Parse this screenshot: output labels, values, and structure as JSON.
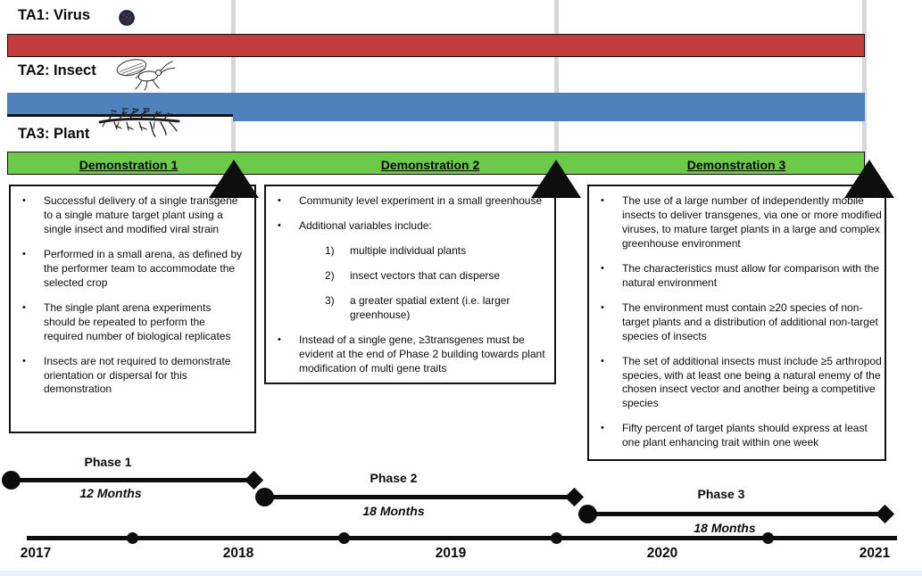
{
  "tracks": [
    {
      "label": "TA1: Virus",
      "icon": "virus-icon",
      "bar_color": "#c23b3d"
    },
    {
      "label": "TA2: Insect",
      "icon": "insect-icon",
      "bar_color": "#4f81bd"
    },
    {
      "label": "TA3: Plant",
      "icon": "plant-icon",
      "bar_color": "#4f81bd"
    }
  ],
  "demos": [
    {
      "title": "Demonstration 1",
      "bullets": [
        "Successful delivery of a single transgene to a single mature target plant using a single insect and modified viral strain",
        "Performed in a small arena, as defined by the performer team to accommodate the selected crop",
        "The single plant arena experiments should be repeated to perform the required number of biological replicates",
        "Insects are not required to demonstrate orientation or dispersal for this demonstration"
      ]
    },
    {
      "title": "Demonstration 2",
      "bullets": [
        "Community level experiment in a small greenhouse",
        "Additional variables include:",
        "Instead of a single gene, ≥3transgenes must be evident at the end of Phase 2 building towards plant modification of multi gene traits"
      ],
      "numbered": [
        {
          "num": "1)",
          "text": "multiple individual plants"
        },
        {
          "num": "2)",
          "text": "insect vectors that can disperse"
        },
        {
          "num": "3)",
          "text": "a greater spatial extent (i.e. larger greenhouse)"
        }
      ]
    },
    {
      "title": "Demonstration 3",
      "bullets": [
        "The use of a large number of independently mobile insects to deliver transgenes, via one or more modified viruses, to mature target plants in a large and complex greenhouse environment",
        "The characteristics must allow for comparison with the natural environment",
        "The environment must contain ≥20 species of non-target plants and a distribution of additional non-target species of insects",
        "The set of additional insects must include ≥5 arthropod species, with at least one being a natural enemy of the chosen insect vector and another being a competitive species",
        "Fifty percent of target plants should express at least one plant enhancing trait within one week"
      ]
    }
  ],
  "phases": [
    {
      "name": "Phase 1",
      "duration": "12 Months"
    },
    {
      "name": "Phase 2",
      "duration": "18 Months"
    },
    {
      "name": "Phase 3",
      "duration": "18 Months"
    }
  ],
  "years": [
    "2017",
    "2018",
    "2019",
    "2020",
    "2021"
  ],
  "colors": {
    "ta1_bar": "#c23b3d",
    "ta2_bar": "#4f81bd",
    "ta3_bar": "#4f81bd",
    "demo_bar": "#6cc94a",
    "milestone_black": "#0e0e0e",
    "gridline_gray": "#d8d8d8"
  }
}
